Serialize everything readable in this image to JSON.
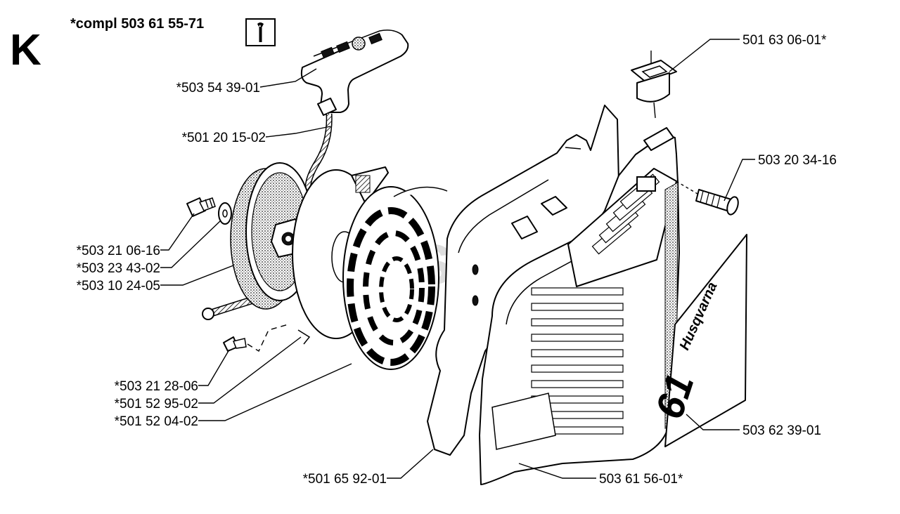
{
  "header": {
    "section_letter": "K",
    "assembly_label": "*compl 503 61 55-71",
    "tool_icon": "wrench-icon"
  },
  "watermark": "PartsTree",
  "parts": [
    {
      "id": "handle",
      "number": "*503 54 39-01"
    },
    {
      "id": "rope",
      "number": "*501 20 15-02"
    },
    {
      "id": "screw-small",
      "number": "*503 21 06-16"
    },
    {
      "id": "washer",
      "number": "*503 23 43-02"
    },
    {
      "id": "pulley",
      "number": "*503 10 24-05"
    },
    {
      "id": "screw-spring",
      "number": "*503 21 28-06"
    },
    {
      "id": "spring-cassette",
      "number": "*501 52 95-02"
    },
    {
      "id": "spring",
      "number": "*501 52 04-02"
    },
    {
      "id": "cover-plate",
      "number": "*501 65 92-01"
    },
    {
      "id": "starter-cover",
      "number": "503 61 56-01*"
    },
    {
      "id": "decal",
      "number": "503 62 39-01"
    },
    {
      "id": "grommet",
      "number": "501 63 06-01*"
    },
    {
      "id": "bolt",
      "number": "503 20 34-16"
    }
  ],
  "decal_text": {
    "brand": "Husqvarna",
    "model": "61"
  }
}
